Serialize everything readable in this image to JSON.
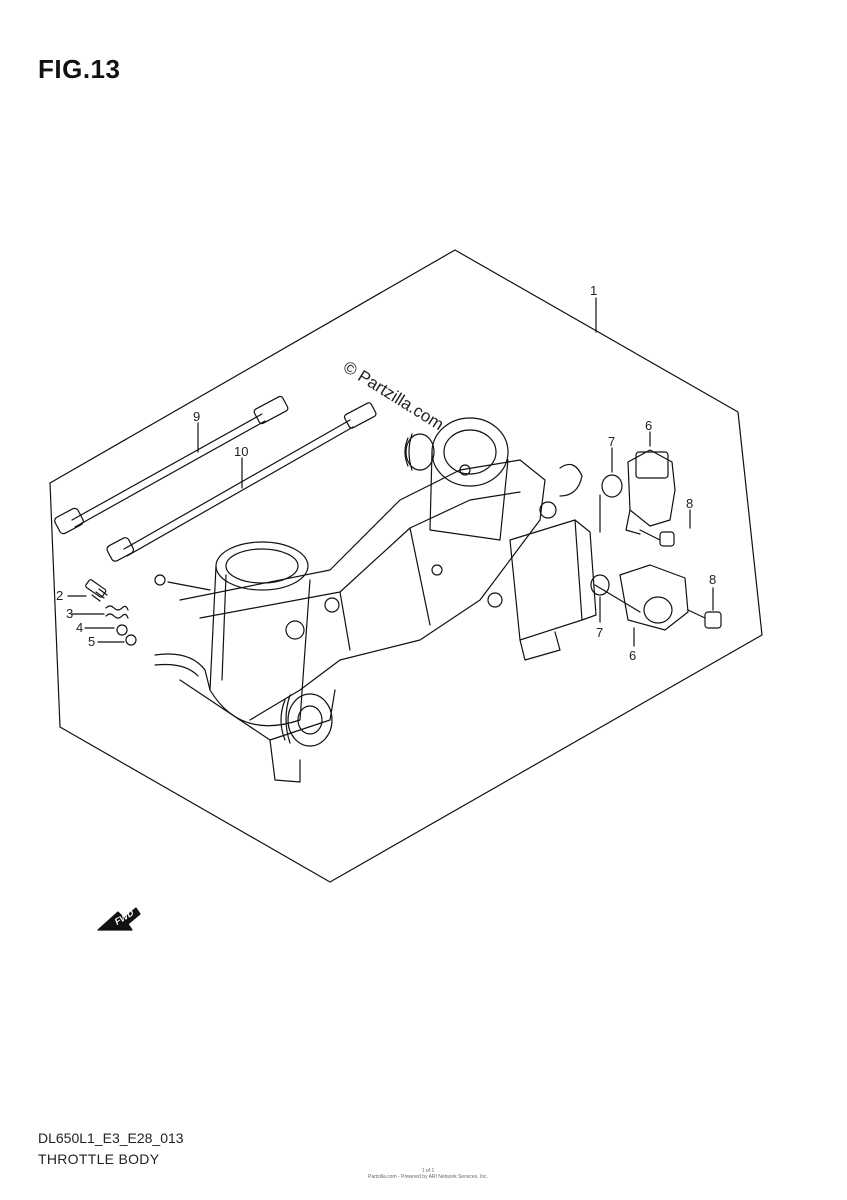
{
  "figure": {
    "title": "FIG.13",
    "watermark": "© Partzilla.com",
    "forward_label": "FWD",
    "code": "DL650L1_E3_E28_013",
    "name": "THROTTLE BODY",
    "tiny_line1": "1 of 1",
    "tiny_line2": "Partzilla.com - Powered by ARI Network Services, Inc."
  },
  "callouts": [
    "1",
    "2",
    "3",
    "4",
    "5",
    "6",
    "6",
    "7",
    "7",
    "8",
    "8",
    "9",
    "10"
  ]
}
